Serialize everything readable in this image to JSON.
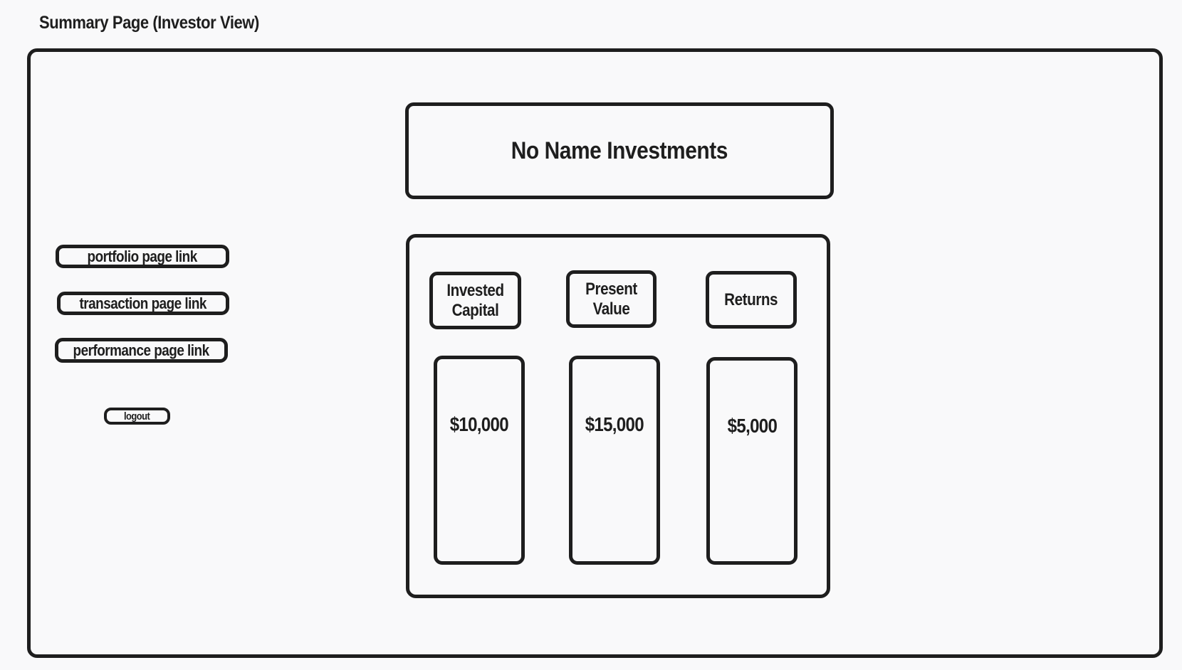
{
  "page": {
    "title": "Summary Page (Investor View)"
  },
  "header": {
    "brand": "No Name Investments"
  },
  "sidebar": {
    "links": [
      {
        "label": "portfolio page link"
      },
      {
        "label": "transaction page link"
      },
      {
        "label": "performance page link"
      }
    ],
    "logout_label": "logout"
  },
  "summary": {
    "metrics": [
      {
        "label": "Invested Capital",
        "value": "$10,000"
      },
      {
        "label": "Present Value",
        "value": "$15,000"
      },
      {
        "label": "Returns",
        "value": "$5,000"
      }
    ]
  },
  "colors": {
    "stroke": "#1e1e1e",
    "background": "#f9f9fa"
  }
}
